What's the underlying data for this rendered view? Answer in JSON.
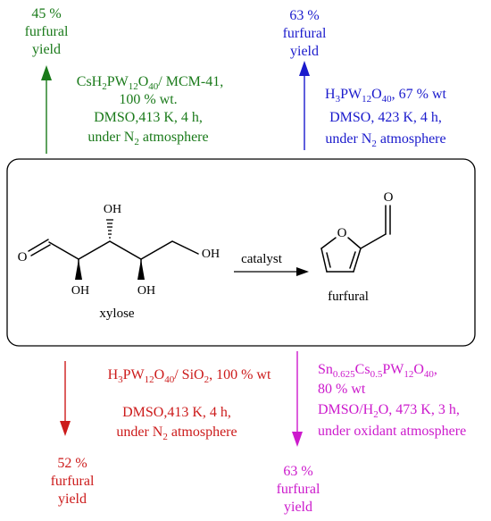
{
  "top_left": {
    "yield_value": "45 %",
    "yield_word1": "furfural",
    "yield_word2": "yield",
    "catalyst_main": "CsH",
    "catalyst_sub1": "2",
    "catalyst_mid": "PW",
    "catalyst_sub2": "12",
    "catalyst_o": "O",
    "catalyst_sub3": "40",
    "catalyst_tail": "/ MCM-41,",
    "loading": "100 % wt.",
    "conditions": "DMSO,413 K, 4 h,",
    "atmosphere_pre": "under N",
    "atmosphere_sub": "2",
    "atmosphere_post": " atmosphere",
    "color": "#1a7a1a"
  },
  "top_right": {
    "yield_value": "63 %",
    "yield_word1": "furfural",
    "yield_word2": "yield",
    "catalyst_h": "H",
    "catalyst_sub1": "3",
    "catalyst_mid": "PW",
    "catalyst_sub2": "12",
    "catalyst_o": "O",
    "catalyst_sub3": "40",
    "catalyst_tail": ", 67 % wt",
    "conditions": "DMSO, 423 K, 4 h,",
    "atmosphere_pre": "under N",
    "atmosphere_sub": "2",
    "atmosphere_post": " atmosphere",
    "color": "#1a1acc"
  },
  "bottom_left": {
    "yield_value": "52 %",
    "yield_word1": "furfural",
    "yield_word2": "yield",
    "catalyst_h": "H",
    "catalyst_sub1": "3",
    "catalyst_mid": "PW",
    "catalyst_sub2": "12",
    "catalyst_o": "O",
    "catalyst_sub3": "40",
    "catalyst_sep": "/ SiO",
    "catalyst_sub4": "2",
    "catalyst_tail": ", 100 % wt",
    "conditions": "DMSO,413 K, 4 h,",
    "atmosphere_pre": "under N",
    "atmosphere_sub": "2",
    "atmosphere_post": " atmosphere",
    "color": "#cc1a1a"
  },
  "bottom_right": {
    "yield_value": "63 %",
    "yield_word1": "furfural",
    "yield_word2": "yield",
    "catalyst_sn": "Sn",
    "catalyst_sub1": "0.625",
    "catalyst_cs": "Cs",
    "catalyst_sub2": "0.5",
    "catalyst_mid": "PW",
    "catalyst_sub3": "12",
    "catalyst_o": "O",
    "catalyst_sub4": "40",
    "catalyst_tail": ",",
    "loading": "80 % wt",
    "conditions": "DMSO/H",
    "conditions_sub": "2",
    "conditions_post": "O, 473 K, 3 h,",
    "atmosphere": "under oxidant atmosphere",
    "color": "#cc1acc"
  },
  "reaction": {
    "arrow_label": "catalyst",
    "reactant_name": "xylose",
    "product_name": "furfural",
    "oh_label": "OH",
    "aldehyde_o": "O",
    "ring_o": "O"
  }
}
